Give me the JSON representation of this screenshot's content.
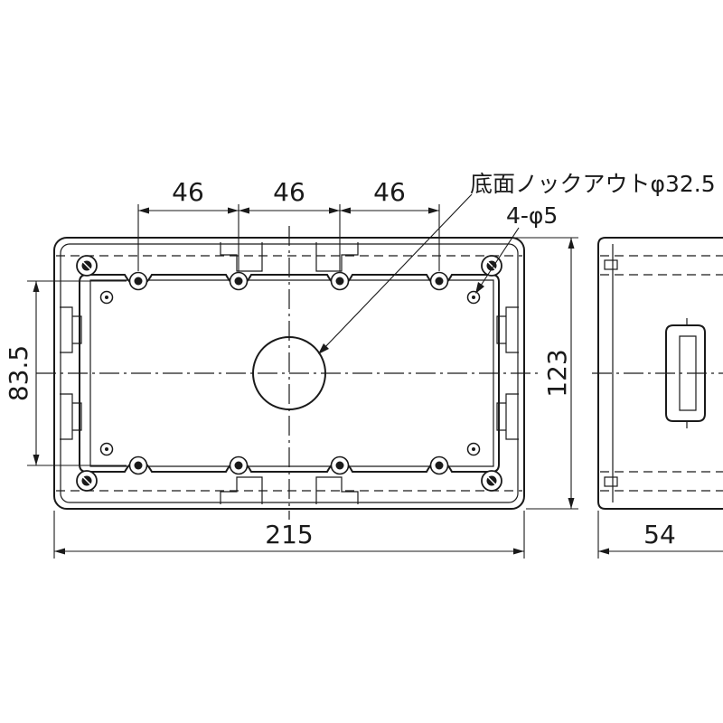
{
  "dimensions": {
    "top_pitch_1": "46",
    "top_pitch_2": "46",
    "top_pitch_3": "46",
    "height_inner": "83.5",
    "height_outer": "123",
    "width_outer": "215",
    "depth": "54"
  },
  "callouts": {
    "knockout": "底面ノックアウトφ32.5",
    "holes": "4-φ5"
  }
}
